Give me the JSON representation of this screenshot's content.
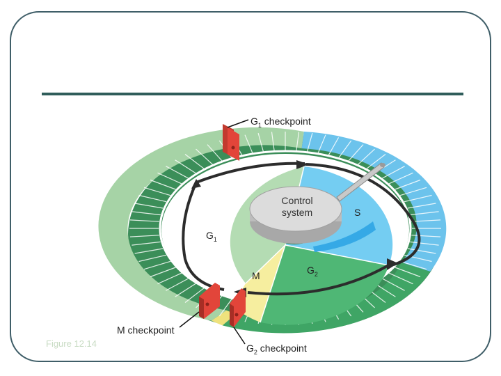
{
  "labels": {
    "g1_checkpoint": "checkpoint",
    "m_checkpoint": "M checkpoint",
    "g2_checkpoint": "checkpoint",
    "control_system": "Control system",
    "phase_s": "S",
    "phase_g1": "G",
    "phase_g2": "G",
    "phase_m": "M",
    "sub_1": "1",
    "sub_2": "2"
  },
  "figure_caption": "Figure 12.14",
  "colors": {
    "g1_fill": "#b4dcb3",
    "g1_ring": "#a6d3a6",
    "s_fill": "#74cdf2",
    "s_ring": "#6cc3ec",
    "g2_fill": "#4fb775",
    "g2_ring": "#3fa565",
    "m_fill": "#f6ee9f",
    "m_ring": "#efe27d",
    "checkpoint_gate": "#e2453a",
    "arrow": "#2c2c2c",
    "frame": "#3f5e68"
  }
}
